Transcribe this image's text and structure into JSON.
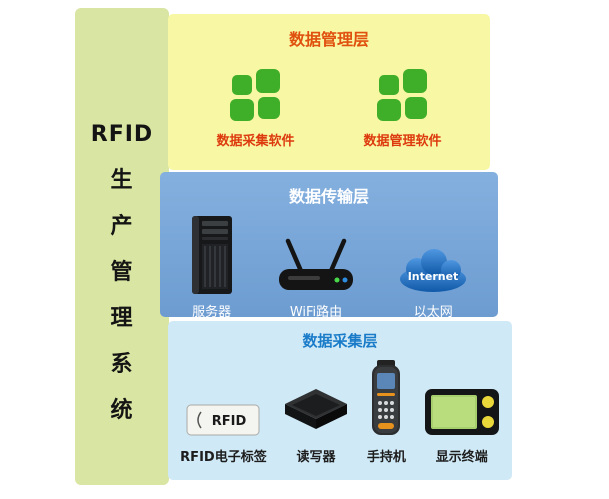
{
  "sidebar": {
    "title_top": "RFID",
    "chars": [
      "生",
      "产",
      "管",
      "理",
      "系",
      "统"
    ]
  },
  "layers": {
    "management": {
      "title": "数据管理层",
      "items": [
        {
          "label": "数据采集软件",
          "icon": "windows-grid-icon"
        },
        {
          "label": "数据管理软件",
          "icon": "windows-grid-icon"
        }
      ]
    },
    "transmission": {
      "title": "数据传输层",
      "items": [
        {
          "label": "服务器",
          "icon": "server-tower-icon"
        },
        {
          "label": "WiFi路由",
          "icon": "wifi-router-icon"
        },
        {
          "label": "以太网",
          "icon": "internet-cloud-icon",
          "cloud_text": "Internet"
        }
      ]
    },
    "collection": {
      "title": "数据采集层",
      "items": [
        {
          "label": "RFID电子标签",
          "icon": "rfid-tag-icon",
          "tag_text": "RFID"
        },
        {
          "label": "读写器",
          "icon": "reader-writer-icon"
        },
        {
          "label": "手持机",
          "icon": "handheld-terminal-icon"
        },
        {
          "label": "显示终端",
          "icon": "display-terminal-icon"
        }
      ]
    }
  },
  "colors": {
    "sidebar_bg": "#d9e5a2",
    "management_bg": "#f8f7a3",
    "transmission_bg": "#74a3d6",
    "collection_bg": "#cfe9f6",
    "management_title": "#e0500f",
    "management_label": "#dd3a0e",
    "transmission_text": "#ffffff",
    "collection_title": "#1a7cc9",
    "collection_label": "#1d1d1d",
    "icon_green": "#3fae29",
    "cloud_blue": "#1059a8"
  }
}
